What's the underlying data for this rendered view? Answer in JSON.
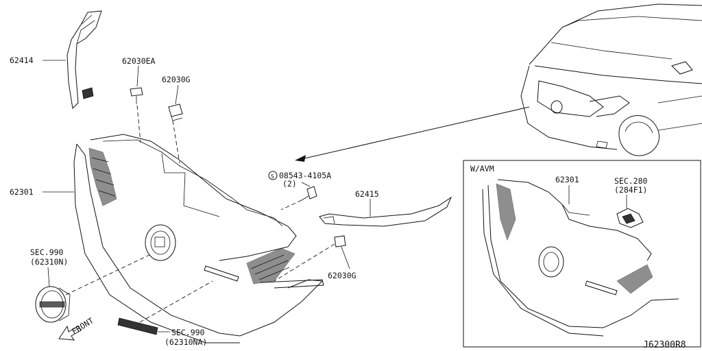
{
  "labels": {
    "p62414": "62414",
    "p62030EA": "62030EA",
    "p62030G_top": "62030G",
    "p62301_main": "62301",
    "p08543": "08543-4105A",
    "p08543_qty": "(2)",
    "p62415": "62415",
    "p62030G_bottom": "62030G",
    "sec990_a": "SEC.990",
    "sec990_a_sub": "(62310N)",
    "sec990_b": "SEC.990",
    "sec990_b_sub": "(62310NA)",
    "front": "FRONT",
    "inset_title": "W/AVM",
    "inset_62301": "62301",
    "sec280": "SEC.280",
    "sec280_sub": "(284F1)",
    "diagram_id": "J62300R8"
  },
  "icons": {
    "front_arrow": "arrow-down-left-icon",
    "screw_symbol": "circle-s-icon"
  }
}
